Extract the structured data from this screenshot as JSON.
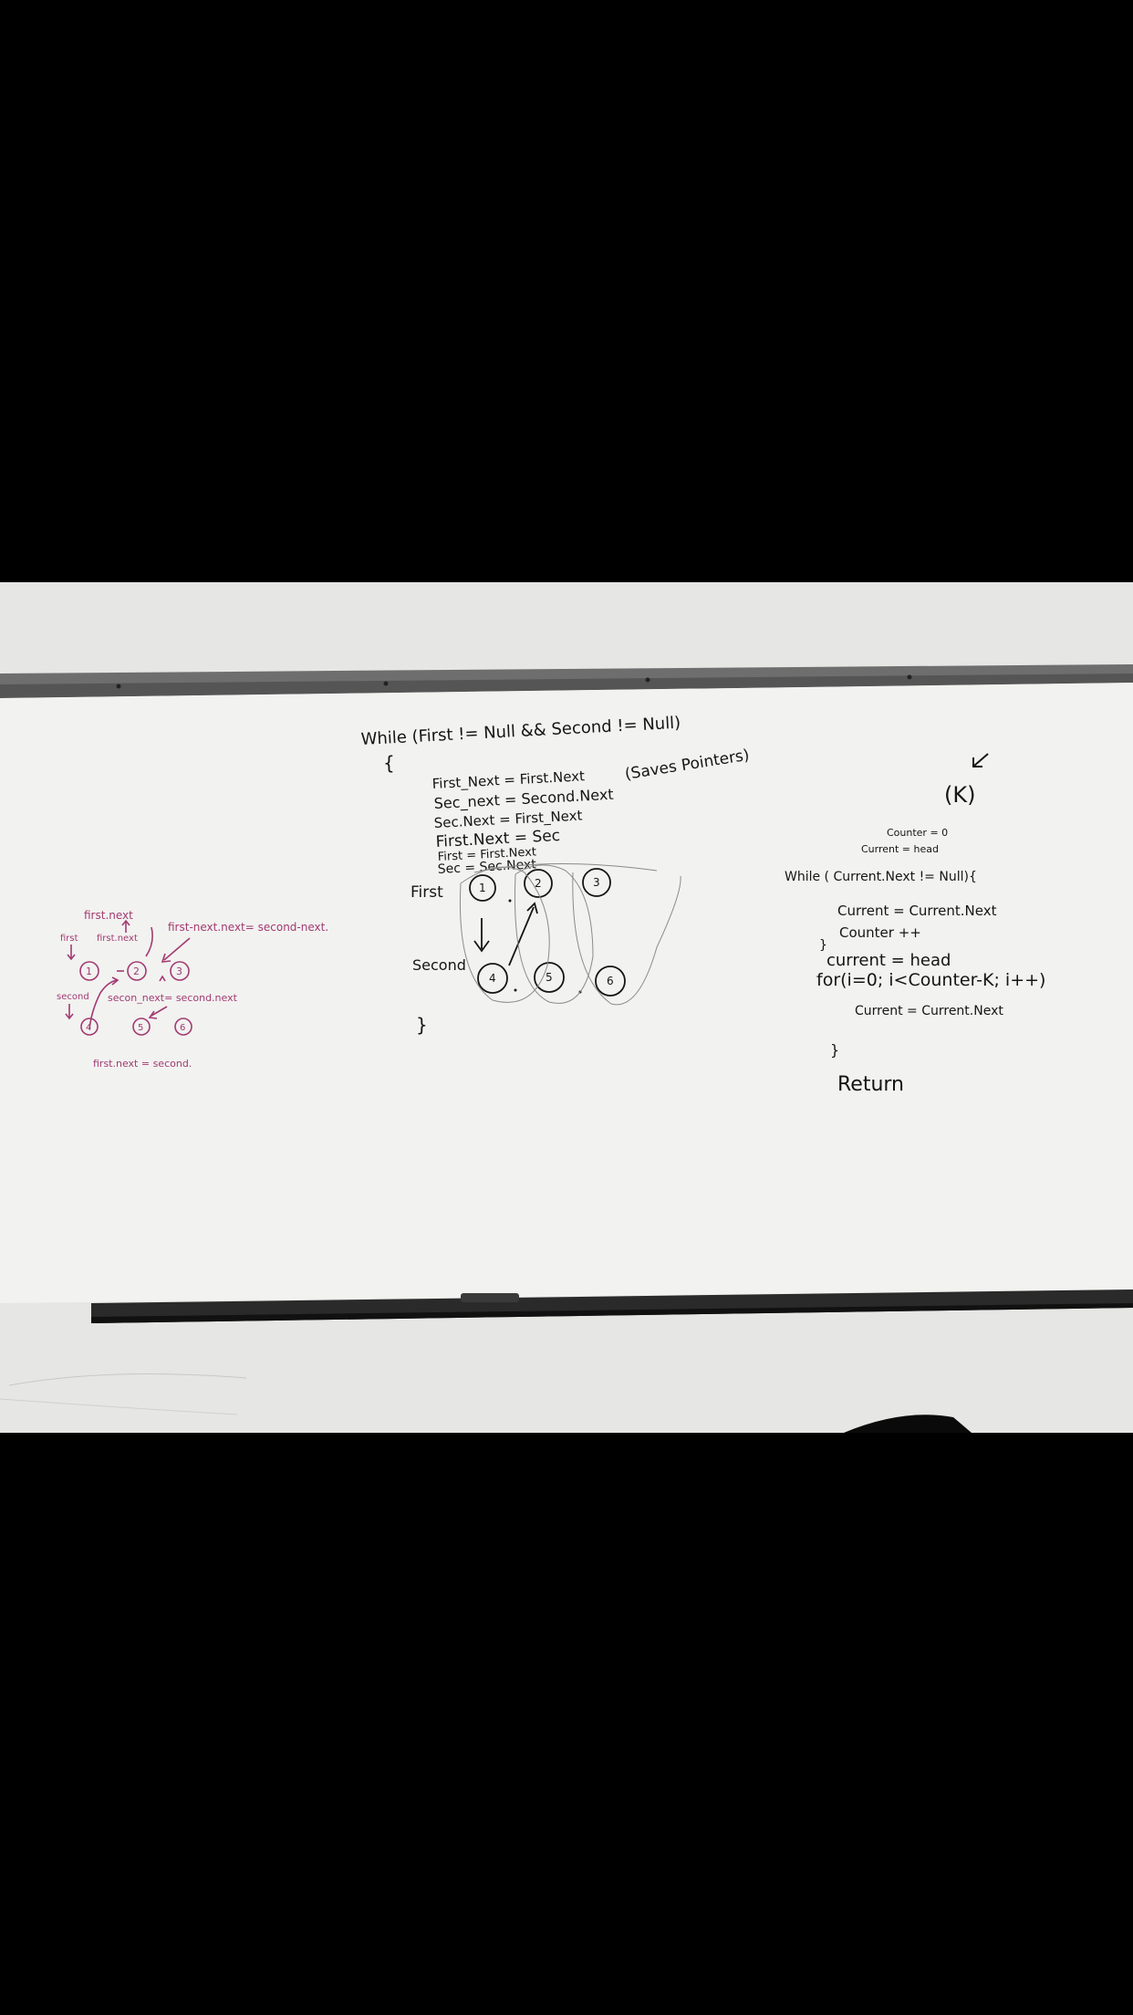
{
  "colors": {
    "frame": "#000000",
    "wall": "#e6e6e4",
    "whiteboard": "#f2f2f0",
    "black_marker": "#151515",
    "pink_marker": "#a23a72",
    "tray": "#2a2a2a"
  },
  "left_diagram": {
    "first_next_top": "first.next",
    "first_label": "first",
    "first_next_small": "first.next",
    "first_next_next": "first-next.next= second-next.",
    "node_1": "1",
    "node_2": "2",
    "node_3": "3",
    "second_label": "second",
    "second_next": "secon_next= second.next",
    "node_4": "4",
    "node_5": "5",
    "node_6": "6",
    "first_next_eq_second": "first.next = second."
  },
  "center_code": {
    "while_line": "While (First != Null && Second != Null)",
    "open_brace": "{",
    "saves_pointers": "(Saves Pointers)",
    "line1": "First_Next = First.Next",
    "line2": "Sec_next = Second.Next",
    "line3": "Sec.Next = First_Next",
    "line4": "First.Next = Sec",
    "line5": "First = First.Next",
    "line6": "Sec = Sec.Next",
    "close_brace": "}",
    "first_label": "First",
    "second_label": "Second",
    "node_1": "1",
    "node_2": "2",
    "node_3": "3",
    "node_4": "4",
    "node_5": "5",
    "node_6": "6"
  },
  "right_code": {
    "k_label": "(K)",
    "counter_init": "Counter = 0",
    "current_init": "Current = head",
    "while_line": "While ( Current.Next != Null){",
    "body1": "Current = Current.Next",
    "body2": "Counter ++",
    "close1": "}",
    "reset": "current = head",
    "for_line": "for(i=0; i<Counter-K; i++)",
    "for_body": "Current = Current.Next",
    "close2": "}",
    "return": "Return"
  }
}
